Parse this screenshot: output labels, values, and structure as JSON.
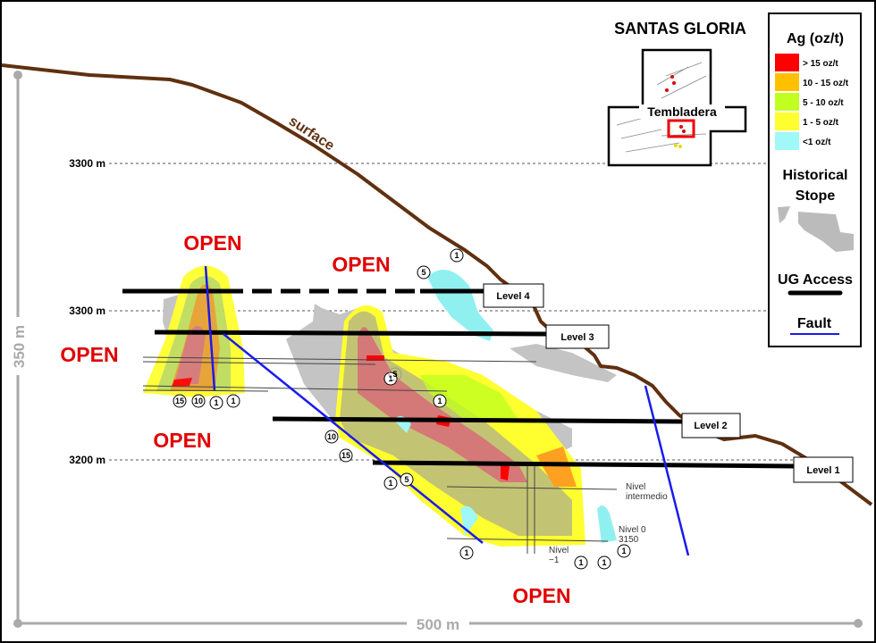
{
  "title": "SANTAS GLORIA",
  "inset_label": "Tembladera",
  "legend": {
    "grade_title": "Ag (oz/t)",
    "grades": [
      {
        "label": "> 15 oz/t",
        "color": "#ff0000"
      },
      {
        "label": "10 - 15 oz/t",
        "color": "#ffc000"
      },
      {
        "label": "5 - 10 oz/t",
        "color": "#c0ff20"
      },
      {
        "label": "1 - 5 oz/t",
        "color": "#ffff30"
      },
      {
        "label": "<1 oz/t",
        "color": "#a0f8f8"
      }
    ],
    "stope_title_1": "Historical",
    "stope_title_2": "Stope",
    "access_title": "UG Access",
    "fault_title": "Fault"
  },
  "surface_label": "surface",
  "elevations": [
    "3300 m",
    "3300 m",
    "3200 m"
  ],
  "levels": [
    "Level 4",
    "Level 3",
    "Level 2",
    "Level 1"
  ],
  "open_labels": [
    "OPEN",
    "OPEN",
    "OPEN",
    "OPEN",
    "OPEN"
  ],
  "scale": {
    "vertical": "350 m",
    "horizontal": "500 m"
  },
  "nivel_labels": {
    "intermedio_1": "Nivel",
    "intermedio_2": "intermedio",
    "nivel0_1": "Nivel  0",
    "nivel0_2": "3150",
    "nivel_m1_1": "Nivel",
    "nivel_m1_2": "−1"
  },
  "contour_markers": [
    "15",
    "10",
    "1",
    "1",
    "1",
    "1",
    "5",
    "10",
    "15",
    "1",
    "5",
    "5",
    "1",
    "1",
    "1",
    "1",
    "1"
  ],
  "colors": {
    "surface": "#603010",
    "fault": "#1a1aee",
    "stope": "#b8b8b8",
    "open": "#e00000"
  }
}
